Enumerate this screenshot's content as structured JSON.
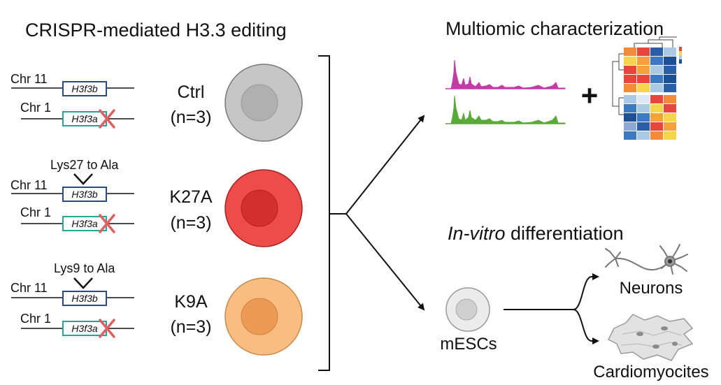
{
  "title_left": "CRISPR-mediated H3.3 editing",
  "title_multiomic": "Multiomic characterization",
  "title_invitro_italic": "In-vitro",
  "title_invitro_rest": " differentiation",
  "plus_sign": "+",
  "colors": {
    "ctrl_cell": "#c6c6c6",
    "k27a_cell": "#ee4b4b",
    "k9a_cell": "#f9bd82",
    "gene_box_h3f3b": "#2b4a8a",
    "gene_box_h3f3a": "#2aa39a",
    "knockout_x": "#e06060",
    "track_magenta": "#c23ca5",
    "track_green": "#5aaa3a"
  },
  "constructs": [
    {
      "mutation_label": "",
      "chr_top": "Chr 11",
      "gene_top": "H3f3b",
      "chr_bottom": "Chr 1",
      "gene_bottom": "H3f3a",
      "condition": "Ctrl",
      "n_label": "(n=3)"
    },
    {
      "mutation_label": "Lys27 to Ala",
      "chr_top": "Chr 11",
      "gene_top": "H3f3b",
      "chr_bottom": "Chr 1",
      "gene_bottom": "H3f3a",
      "condition": "K27A",
      "n_label": "(n=3)"
    },
    {
      "mutation_label": "Lys9 to Ala",
      "chr_top": "Chr 11",
      "gene_top": "H3f3b",
      "chr_bottom": "Chr 1",
      "gene_bottom": "H3f3a",
      "condition": "K9A",
      "n_label": "(n=3)"
    }
  ],
  "differentiation": {
    "source": "mESCs",
    "targets": [
      "Neurons",
      "Cardiomyocites"
    ]
  },
  "heatmap": {
    "rows": [
      [
        "#f28c3a",
        "#e8453c",
        "#2a5fa8",
        "#a9c9e6"
      ],
      [
        "#f5d64a",
        "#f6a13a",
        "#3d78c2",
        "#1d4f94"
      ],
      [
        "#e8453c",
        "#f6a13a",
        "#a9c9e6",
        "#2a5fa8"
      ],
      [
        "#e8453c",
        "#e8453c",
        "#3d78c2",
        "#1d4f94"
      ],
      [
        "#f28c3a",
        "#f5d64a",
        "#a9c9e6",
        "#2a5fa8"
      ],
      [
        "#a9c9e6",
        "#dde9f4",
        "#e8453c",
        "#f28c3a"
      ],
      [
        "#3d78c2",
        "#a9c9e6",
        "#f5d64a",
        "#e8453c"
      ],
      [
        "#1d4f94",
        "#3d78c2",
        "#f6a13a",
        "#f5d64a"
      ],
      [
        "#8fa9d6",
        "#2a5fa8",
        "#e8453c",
        "#f6a13a"
      ],
      [
        "#3d78c2",
        "#a9c9e6",
        "#f28c3a",
        "#f5d64a"
      ]
    ]
  }
}
